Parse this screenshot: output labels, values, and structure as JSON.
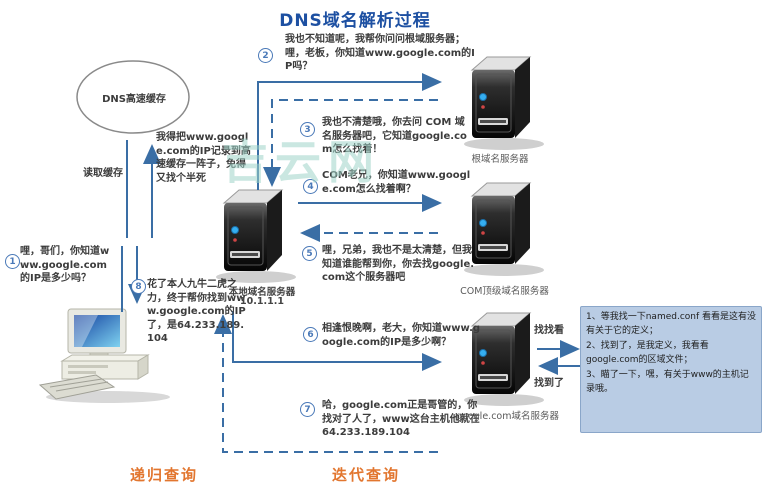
{
  "title": "DNS域名解析过程",
  "watermark": "吉云网",
  "colors": {
    "accent_blue": "#3a6ea5",
    "title_blue": "#1d50a2",
    "query_orange": "#e2762f",
    "note_fill": "#b9cce4",
    "watermark_teal": "#9fd4c9",
    "led_blue": "#35aef0"
  },
  "cache": {
    "label": "DNS高速缓存",
    "read_label": "读取缓存",
    "write_note": "我得把www.google.com的IP记录到高速缓存一阵子，免得又找个半死"
  },
  "servers": {
    "local": {
      "name": "本地域名服务器",
      "ip": "10.1.1.1"
    },
    "root": {
      "name": "根域名服务器"
    },
    "com": {
      "name": "COM顶级域名服务器"
    },
    "google": {
      "name": "google.com域名服务器"
    }
  },
  "steps": [
    {
      "num": "1",
      "text": "哩，哥们，你知道www.google.com的IP是多少吗？"
    },
    {
      "num": "2",
      "text": "我也不知道呢，我帮你问问根域服务器；哩，老板，你知道www.google.com的IP吗？"
    },
    {
      "num": "3",
      "text": "我也不清楚哦，你去问 COM 域名服务器吧，它知道google.com怎么找着！"
    },
    {
      "num": "4",
      "text": "COM老兄，你知道www.google.com怎么找着啊？"
    },
    {
      "num": "5",
      "text": "哩，兄弟，我也不是太清楚，但我知道谁能帮到你，你去找google.com这个服务器吧"
    },
    {
      "num": "6",
      "text": "相逢恨晚啊，老大，你知道www.google.com的IP是多少啊？"
    },
    {
      "num": "7",
      "text": "哈，google.com正是哥管的，你找对了人了，www这台主机他就在64.233.189.104"
    },
    {
      "num": "8",
      "text": "花了本人九牛二虎之力，终于帮你找到www.google.com的IP了，是64.233.189.104"
    }
  ],
  "google_lookup": {
    "search": "找找看",
    "found": "找到了"
  },
  "note_box": {
    "lines": [
      "1、等我找一下named.conf 看看是这有没有关于它的定义；",
      "2、找到了，是我定义，我看看google.com的区域文件；",
      "3、瞄了一下，嘿，有关于www的主机记录哦。"
    ]
  },
  "footer": {
    "recursive": "递归查询",
    "iterative": "迭代查询"
  }
}
